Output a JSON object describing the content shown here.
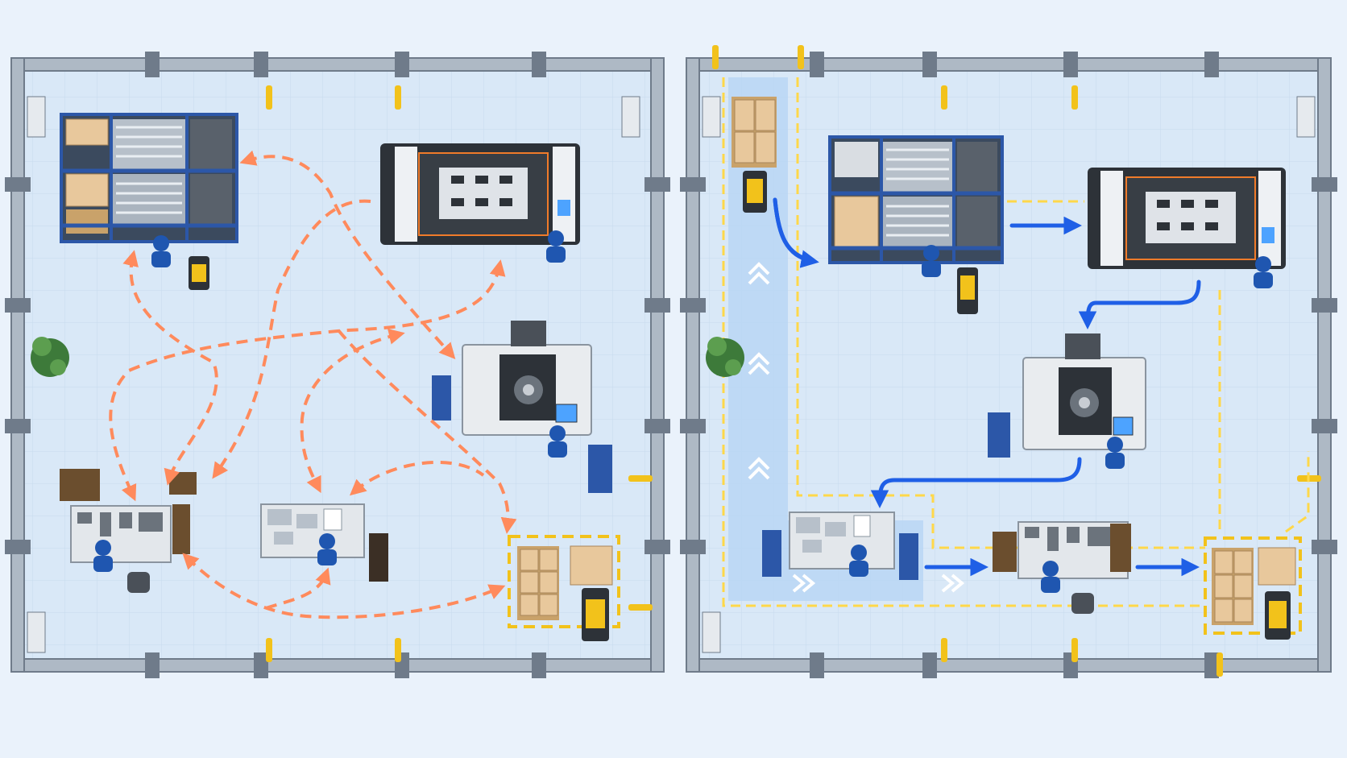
{
  "colors": {
    "background": "#eaf2fb",
    "floor": "#d8e7f6",
    "grid": "#c8dbee",
    "wall_frame": "#7b8796",
    "wall_top": "#aeb9c5",
    "spaghetti_arrow": "#ff8a5c",
    "flow_arrow": "#1f5fe6",
    "safety_line": "#ffd84a",
    "blue_lane": "#b8d6f5",
    "machine_body": "#e9ecef",
    "machine_dark": "#2d3238",
    "accent_orange": "#f07b2a",
    "rack_blue": "#2c57a8",
    "pallet": "#c9a26a",
    "box": "#e8c89c",
    "worker": "#1f56b0",
    "forklift": "#f2c21b"
  },
  "panels": [
    {
      "name": "current-layout",
      "arrow_style": "dashed-curved",
      "arrow_count": 12
    },
    {
      "name": "optimized-layout",
      "arrow_style": "solid-straight",
      "arrow_count": 6
    }
  ],
  "icons": [
    "rack-icon",
    "laser-cutter-icon",
    "cnc-machine-icon",
    "workbench-icon",
    "pallet-icon",
    "forklift-icon",
    "worker-icon",
    "plant-icon",
    "tool-cart-icon",
    "chair-icon"
  ]
}
